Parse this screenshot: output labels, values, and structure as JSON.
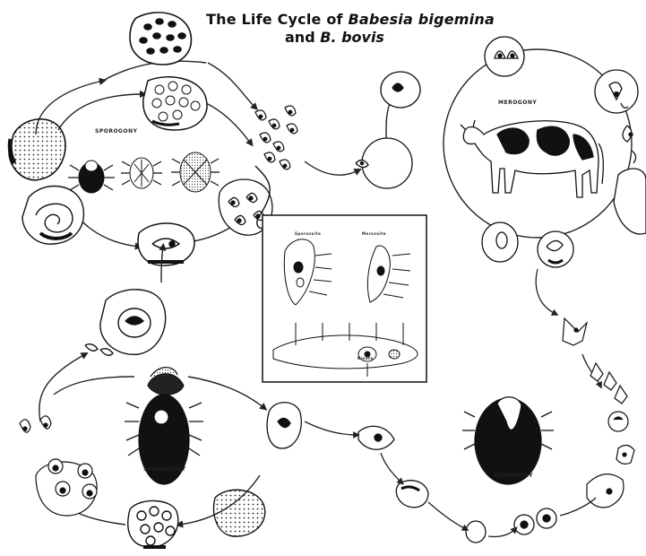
{
  "title": {
    "line1_prefix": "The Life Cycle of ",
    "line1_italic": "Babesia bigemina",
    "line2_prefix": "and ",
    "line2_italic": "B. bovis"
  },
  "cycle_labels": {
    "sporogony_top": "SPOROGONY",
    "merogony": "MEROGONY",
    "sporogony_bottom": "SPOROGONY",
    "gamogony": "GAMOGONY"
  },
  "inset_labels": {
    "sporozoite": "Sporozoite",
    "merozoite": "Merozoite",
    "kinete": "Kinete"
  }
}
